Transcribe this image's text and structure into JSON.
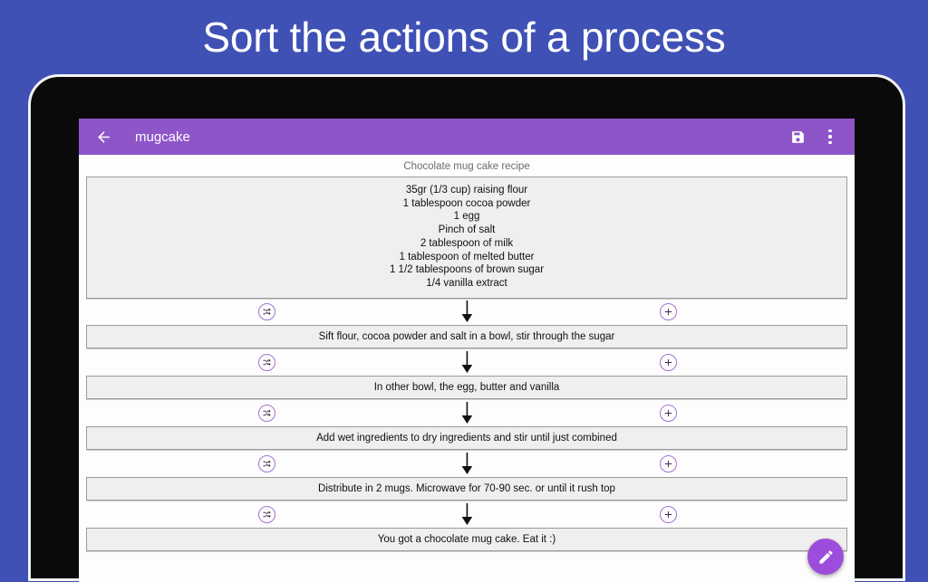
{
  "promo": {
    "headline": "Sort the actions of a process",
    "background_color": "#3f51b5"
  },
  "app": {
    "accent_color": "#8e55c9",
    "appbar": {
      "back_icon": "back-arrow-icon",
      "title": "mugcake",
      "save_icon": "save-icon",
      "overflow_icon": "overflow-menu-icon"
    },
    "document": {
      "subtitle": "Chocolate mug cake recipe",
      "ingredients": [
        "35gr (1/3 cup) raising flour",
        "1 tablespoon cocoa powder",
        "1 egg",
        "Pinch of salt",
        "2 tablespoon of milk",
        "1 tablespoon of melted butter",
        "1 1/2 tablespoons of brown sugar",
        "1/4 vanilla extract"
      ],
      "steps": [
        "Sift flour, cocoa powder and salt in a bowl, stir through the sugar",
        "In other bowl, the egg, butter and vanilla",
        "Add wet ingredients to dry ingredients and stir until just combined",
        "Distribute in 2 mugs. Microwave for 70-90 sec. or until it rush top",
        "You got a chocolate mug cake. Eat it :)"
      ],
      "connector": {
        "shuffle_icon": "shuffle-icon",
        "arrow_icon": "arrow-down-icon",
        "add_icon": "plus-icon"
      }
    },
    "fab": {
      "icon": "edit-pencil-icon",
      "color": "#9c4ddb"
    }
  }
}
